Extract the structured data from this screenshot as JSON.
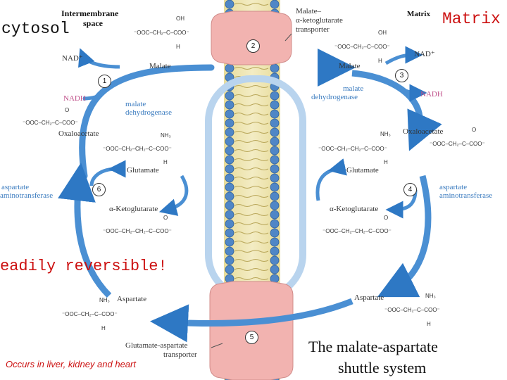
{
  "compartments": {
    "cytosol": "cytosol",
    "matrix_red": "Matrix",
    "intermembrane": [
      "Intermembrane",
      "space"
    ],
    "matrix_small": "Matrix"
  },
  "transporters": {
    "mak": [
      "Malate–",
      "α-ketoglutarate",
      "transporter"
    ],
    "gat": [
      "Glutamate-aspartate",
      "transporter"
    ]
  },
  "steps": [
    "1",
    "2",
    "3",
    "4",
    "5",
    "6"
  ],
  "left": {
    "nad": "NAD⁺",
    "nadh": "NADH",
    "malate": "Malate",
    "enzyme1": [
      "malate",
      "dehydrogenase"
    ],
    "oxaloacetate": "Oxaloacetate",
    "glutamate": "Glutamate",
    "enzyme6": [
      "aspartate",
      "aminotransferase"
    ],
    "akg": "α-Ketoglutarate",
    "aspartate": "Aspartate"
  },
  "right": {
    "nad": "NAD⁺",
    "nadh": "NADH",
    "malate": "Malate",
    "enzyme3": [
      "malate",
      "dehydrogenase"
    ],
    "oxaloacetate": "Oxaloacetate",
    "glutamate": "Glutamate",
    "enzyme4": [
      "aspartate",
      "aminotransferase"
    ],
    "akg": "α-Ketoglutarate",
    "aspartate": "Aspartate"
  },
  "formulas": {
    "malate_top": {
      "oh": "OH",
      "main": "⁻OOC–CH₂–C–COO⁻",
      "h": "H"
    },
    "malate_right": {
      "oh": "OH",
      "main": "⁻OOC–CH₂–C–COO⁻",
      "h": "H"
    },
    "oaa_left": {
      "o": "O",
      "main": "⁻OOC–CH₂–C–COO⁻"
    },
    "oaa_right": {
      "o": "O",
      "main": "⁻OOC–CH₂–C–COO⁻"
    },
    "glu_left": {
      "nh": "NH₃",
      "main": "⁻OOC–CH₂–CH₂–C–COO⁻",
      "h": "H"
    },
    "glu_right": {
      "nh": "NH₃",
      "main": "⁻OOC–CH₂–CH₂–C–COO⁻",
      "h": "H"
    },
    "akg_left": {
      "o": "O",
      "main": "⁻OOC–CH₂–CH₂–C–COO⁻"
    },
    "akg_right": {
      "o": "O",
      "main": "⁻OOC–CH₂–CH₂–C–COO⁻"
    },
    "asp_left": {
      "nh": "NH₃",
      "main": "⁻OOC–CH₂–C–COO⁻",
      "h": "H"
    },
    "asp_right": {
      "nh": "NH₃",
      "main": "⁻OOC–CH₂–C–COO⁻",
      "h": "H"
    }
  },
  "annotations": {
    "reversible": "eadily reversible!",
    "occurs": "Occurs in liver, kidney and heart",
    "caption": [
      "The malate-aspartate",
      "shuttle system"
    ]
  }
}
